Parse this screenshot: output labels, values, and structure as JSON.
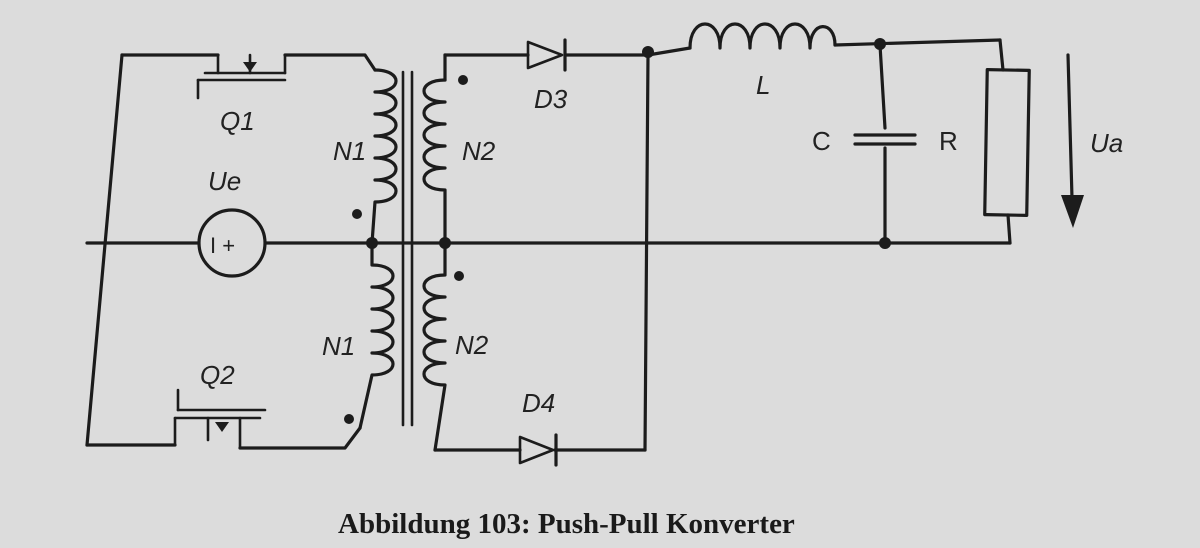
{
  "caption": "Abbildung 103: Push-Pull Konverter",
  "labels": {
    "q1": "Q1",
    "q2": "Q2",
    "ue": "Ue",
    "source_symbol": "I +",
    "n1_top": "N1",
    "n1_bottom": "N1",
    "n2_top": "N2",
    "n2_bottom": "N2",
    "d3": "D3",
    "d4": "D4",
    "l": "L",
    "c": "C",
    "r": "R",
    "ua": "Ua"
  },
  "colors": {
    "background": "#dcdcdc",
    "ink": "#1c1c1c"
  }
}
